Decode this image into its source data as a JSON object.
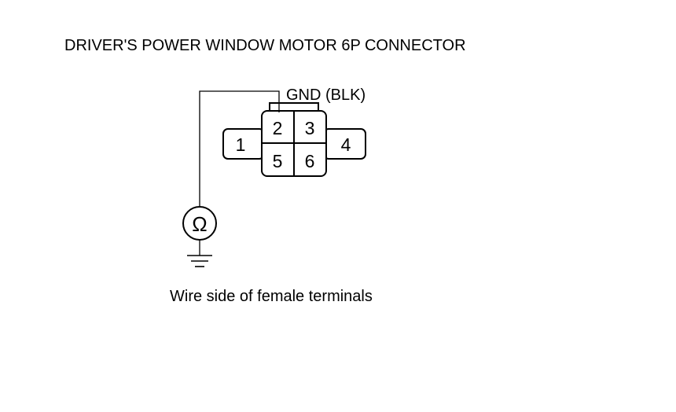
{
  "title": "DRIVER'S POWER WINDOW MOTOR 6P CONNECTOR",
  "caption": "Wire side of female terminals",
  "connector": {
    "terminal_label": "GND (BLK)",
    "pins": {
      "p1": "1",
      "p2": "2",
      "p3": "3",
      "p4": "4",
      "p5": "5",
      "p6": "6"
    }
  },
  "meter": {
    "symbol": "Ω"
  },
  "icons": {
    "meter": "ohmmeter-icon",
    "ground": "ground-icon"
  }
}
